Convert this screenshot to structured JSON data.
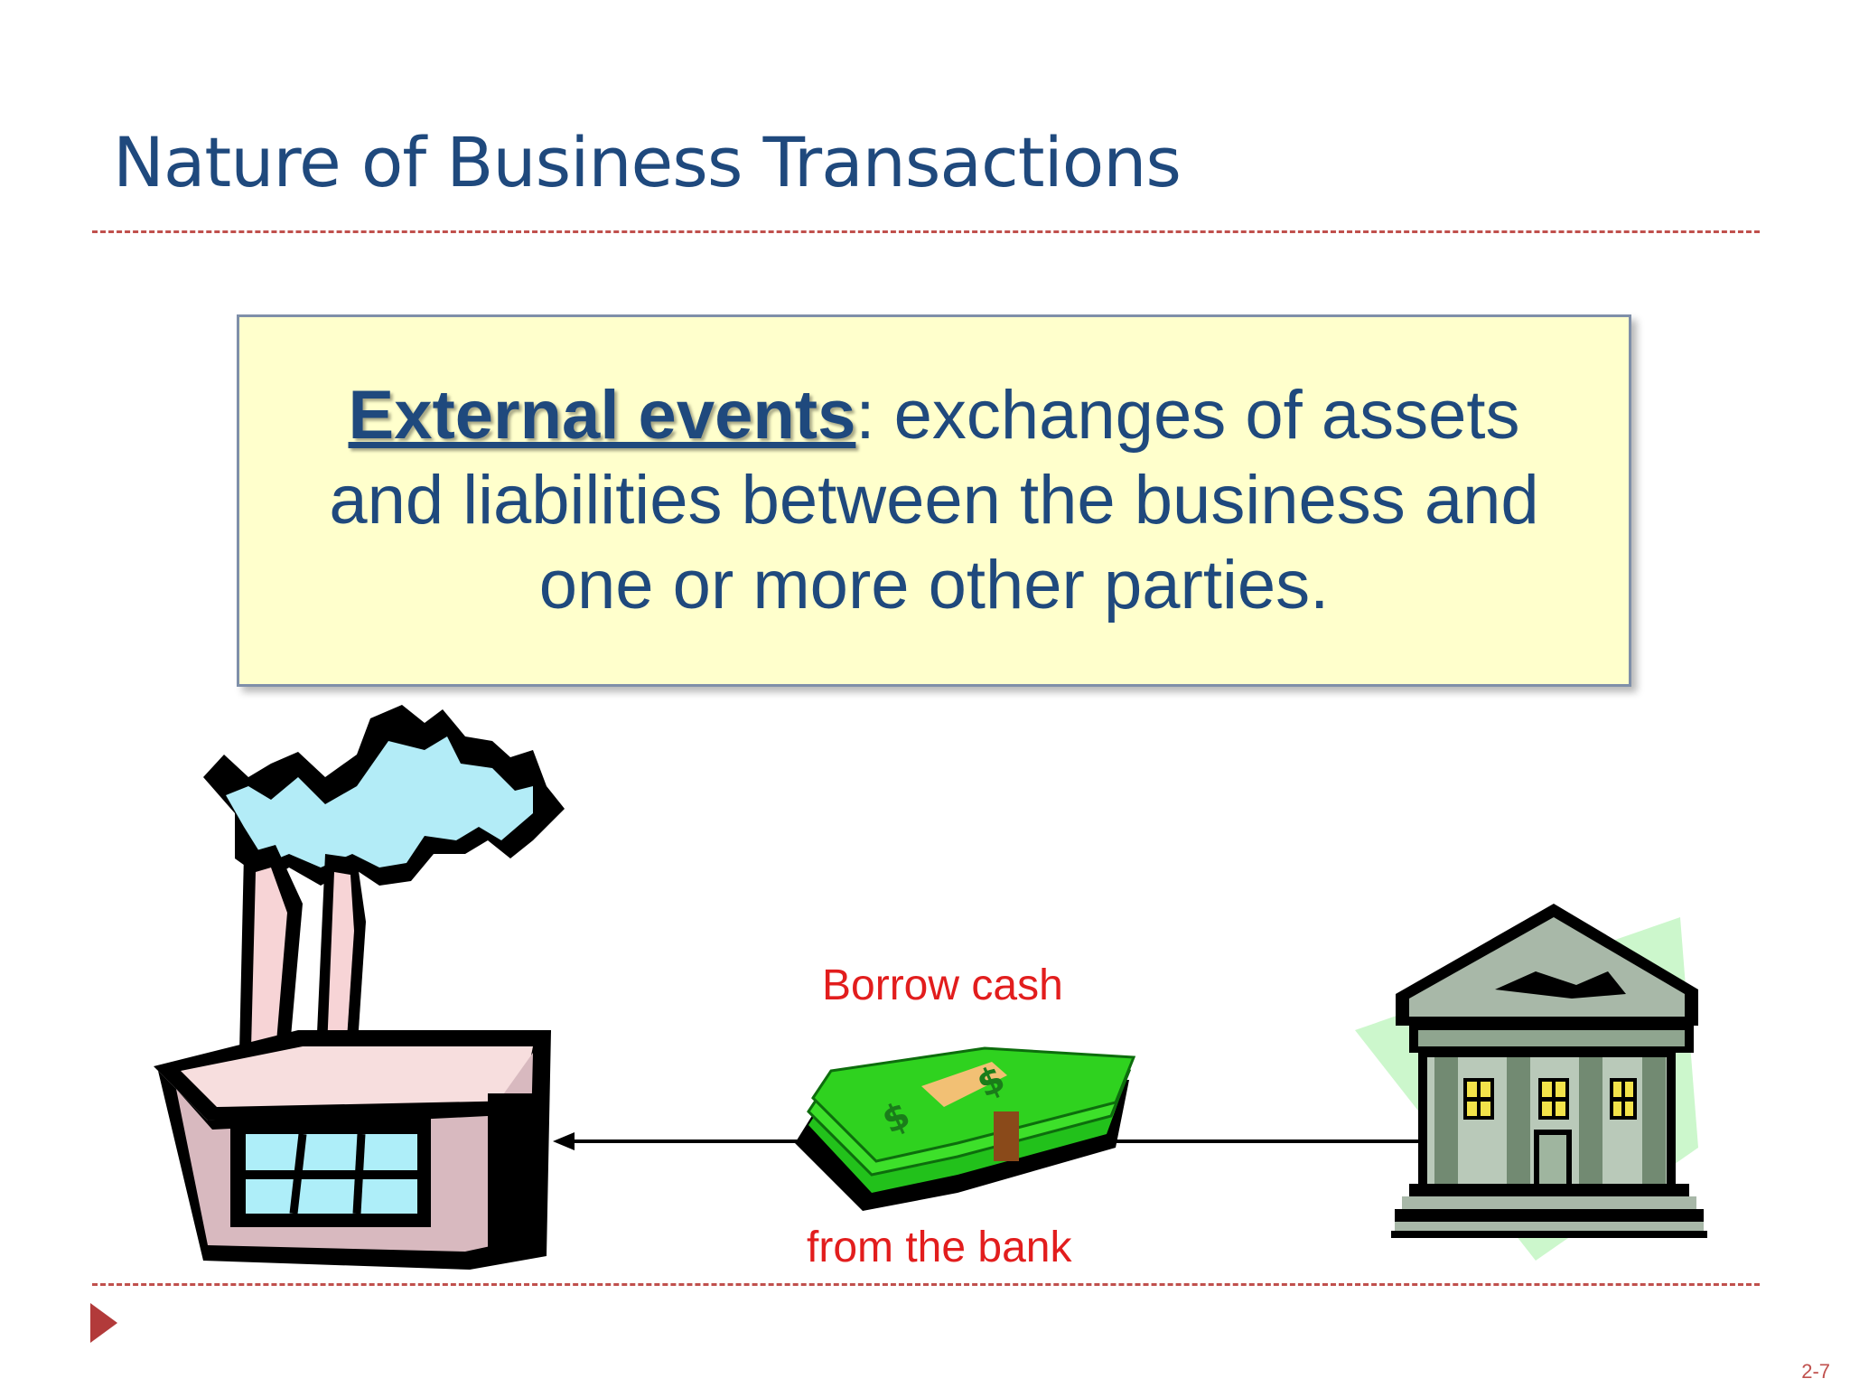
{
  "slide": {
    "title": "Nature of Business Transactions",
    "callout": {
      "term": "External events",
      "separator": ":",
      "definition": " exchanges of assets and liabilities between the business and one or more other parties."
    },
    "diagram": {
      "label_top": "Borrow cash",
      "label_bottom": "from the bank",
      "left_icon": "factory-icon",
      "middle_icon": "cash-stack-icon",
      "right_icon": "bank-icon"
    },
    "slide_number": "2-7"
  },
  "colors": {
    "title": "#1f497d",
    "rule": "#c0504d",
    "callout_bg": "#ffffcc",
    "label": "#e21d1d"
  }
}
